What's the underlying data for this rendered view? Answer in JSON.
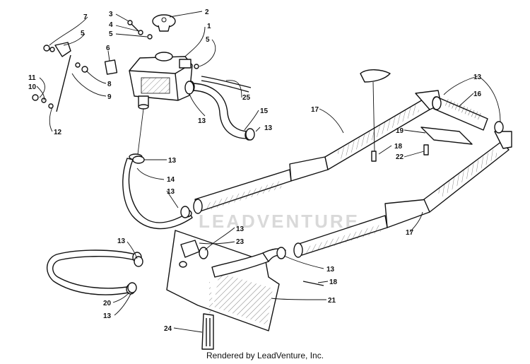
{
  "diagram": {
    "part_numbers": [
      "1",
      "2",
      "3",
      "4",
      "5",
      "6",
      "7",
      "8",
      "9",
      "10",
      "11",
      "12",
      "13",
      "14",
      "15",
      "16",
      "17",
      "18",
      "19",
      "20",
      "21",
      "22",
      "23",
      "24",
      "25"
    ],
    "watermark_text": "LEADVENTURE",
    "footer": "Rendered by LeadVenture, Inc."
  }
}
